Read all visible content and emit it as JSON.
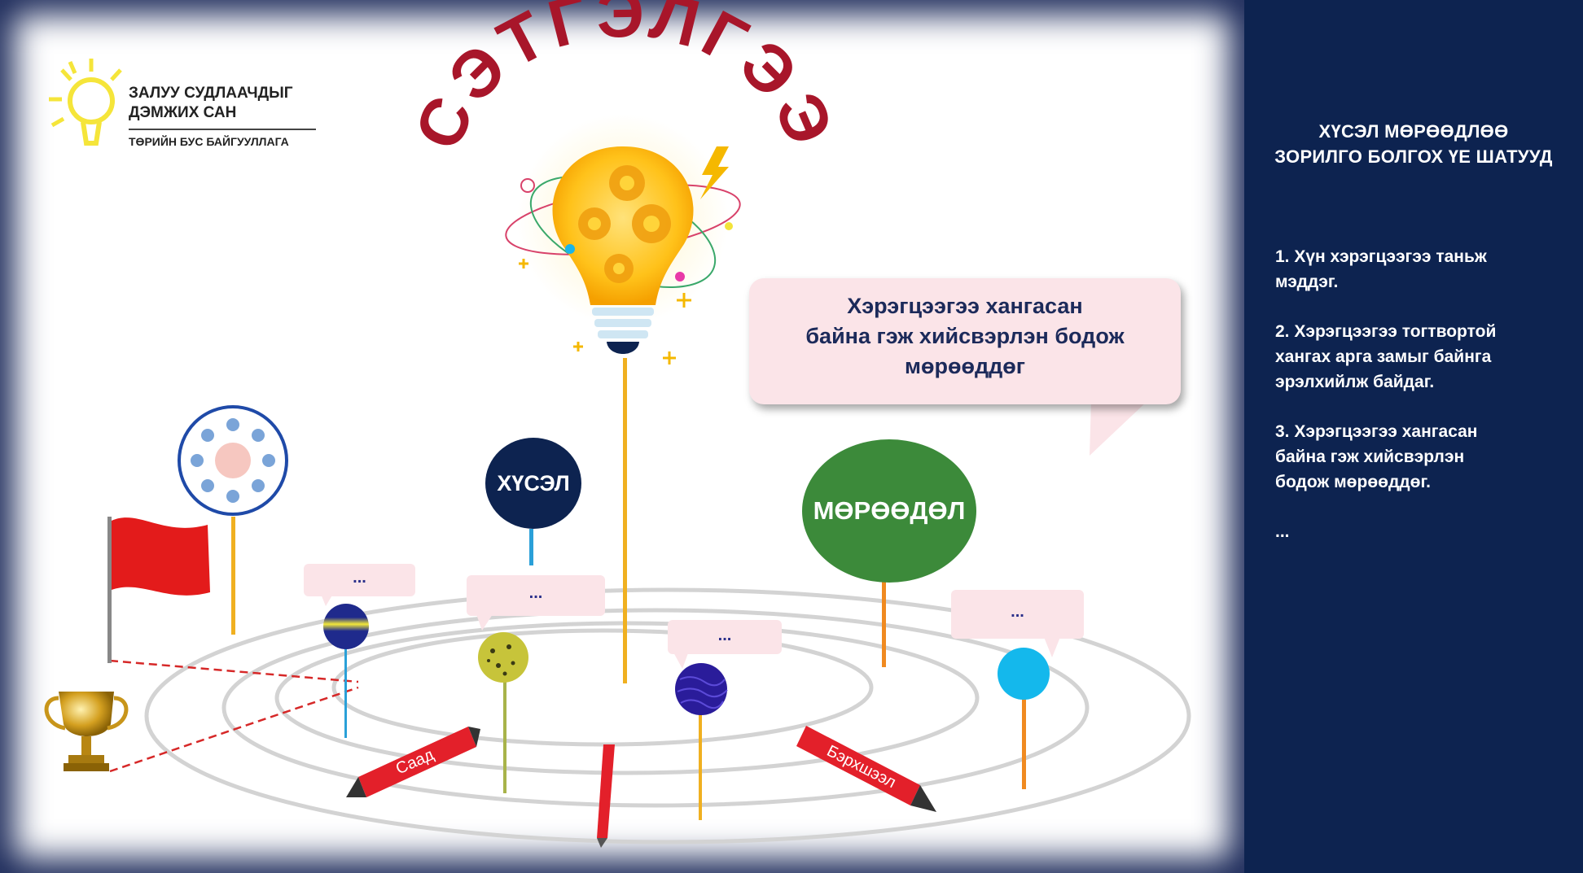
{
  "logo": {
    "line1": "ЗАЛУУ СУДЛААЧДЫГ",
    "line2": "ДЭМЖИХ САН",
    "line3": "ТӨРИЙН БУС БАЙГУУЛЛАГА"
  },
  "arc_title": "СЭТГЭЛГЭЭ",
  "speech_main": "Хэрэгцээгээ хангасан\n байна гэж хийсвэрлэн бодож\nмөрөөддөг",
  "circles": {
    "wish": "ХҮСЭЛ",
    "dream": "МӨРӨӨДӨЛ"
  },
  "bubbles": [
    "...",
    "...",
    "...",
    "..."
  ],
  "ribbons": {
    "obstacle": "Саад",
    "difficulty": "Бэрхшээл"
  },
  "panel": {
    "title": "ХҮСЭЛ МӨРӨӨДЛӨӨ\nЗОРИЛГО БОЛГОХ ҮЕ ШАТУУД",
    "steps": [
      "1. Хүн хэрэгцээгээ таньж\nмэддэг.",
      "2. Хэрэгцээгээ тогтвортой\nхангах арга замыг байнга\n эрэлхийлж байдаг.",
      "3. Хэрэгцээгээ хангасан\nбайна гэж хийсвэрлэн\nбодож мөрөөддөг.",
      "..."
    ]
  },
  "colors": {
    "panel_bg": "#0d2350",
    "title_red": "#a8162a",
    "wish_circle": "#0d2350",
    "dream_circle": "#3c8a3a",
    "bubble_bg": "#fbe4e8"
  }
}
